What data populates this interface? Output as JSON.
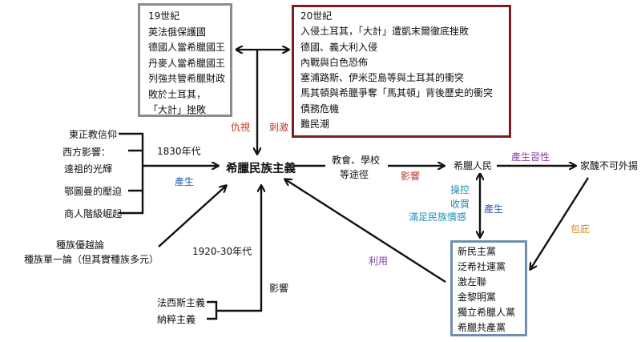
{
  "box19": {
    "title": "19世紀",
    "lines": [
      "英法俄保護國",
      "德國人當希臘國王",
      "丹麥人當希臘國王",
      "列強共管希臘財政",
      "敗於土耳其，",
      "「大計」挫敗"
    ]
  },
  "box20": {
    "title": "20世紀",
    "lines": [
      "入侵土耳其，「大計」遭凱末爾徹底挫敗",
      "德國、義大利入侵",
      "內戰與白色恐佈",
      "塞浦路斯、伊米亞島等與土耳其的衝突",
      "馬其頓與希臘爭奪「馬其頓」背後歷史的衝突",
      "債務危機",
      "難民潮"
    ]
  },
  "center": "希臘民族主義",
  "left_items": [
    "東正教信仰",
    "西方影響：",
    "遠祖的光輝",
    "鄂圖曼的壓迫",
    "商人階級崛起"
  ],
  "labels": {
    "1830": "1830年代",
    "chansheng1": "產生",
    "chouse": "仇視",
    "ciji": "刺激",
    "race1": "種族優越論",
    "race2": "種族單一論（但其實種族多元）",
    "1920": "1920-30年代",
    "yingxiang1": "影響",
    "fascism": "法西斯主義",
    "nazism": "納粹主義",
    "church1": "教會、學校",
    "church2": "等途徑",
    "yingxiang2": "影響",
    "greeks": "希臘人民",
    "habit": "產生習性",
    "family": "家醜不可外揚",
    "control1": "操控",
    "control2": "收買",
    "control3": "滿足民族情感",
    "chansheng2": "產生",
    "baobi": "包庇",
    "liyong": "利用"
  },
  "parties": [
    "新民主黨",
    "泛希社運黨",
    "激左聯",
    "金黎明黨",
    "獨立希臘人黨",
    "希臘共產黨"
  ],
  "colors": {
    "box19_border": "#8c8c8c",
    "box20_border": "#7b1e22",
    "party_border": "#6f8fb0"
  }
}
